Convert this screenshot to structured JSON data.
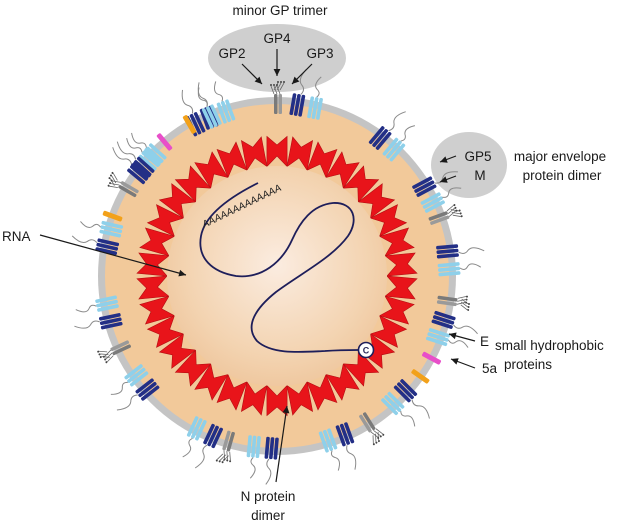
{
  "labels": {
    "minor_gp_trimer": "minor GP trimer",
    "gp2": "GP2",
    "gp4": "GP4",
    "gp3": "GP3",
    "gp5": "GP5",
    "m": "M",
    "major_envelope_line1": "major envelope",
    "major_envelope_line2": "protein dimer",
    "rna": "RNA",
    "e": "E",
    "fivea": "5a",
    "small_hydrophobic_line1": "small hydrophobic",
    "small_hydrophobic_line2": "proteins",
    "n_protein_line1": "N protein",
    "n_protein_line2": "dimer",
    "poly_a": "AAAAAAAAAAAAA",
    "cap": "C"
  },
  "colors": {
    "membrane": "#c2c2c2",
    "envelope_fill": "#f2c99a",
    "core_fill": "#f4d8b6",
    "n_protein": "#e8141a",
    "gp5_dark": "#232f86",
    "m_light": "#8ed0ea",
    "e_protein": "#e84fc9",
    "fivea_protein": "#f2a11a",
    "minor_gp": "#7a7a7a",
    "rna": "#1e1e5a",
    "callout": "#cfcfcf"
  }
}
